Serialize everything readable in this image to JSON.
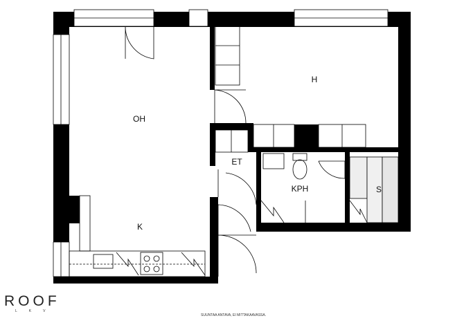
{
  "plan": {
    "rooms": [
      {
        "id": "oh",
        "label": "OH"
      },
      {
        "id": "h",
        "label": "H"
      },
      {
        "id": "et",
        "label": "ET"
      },
      {
        "id": "kph",
        "label": "KPH"
      },
      {
        "id": "s",
        "label": "S"
      },
      {
        "id": "k",
        "label": "K"
      }
    ]
  },
  "brand": {
    "name": "ROOF",
    "sub": "LKV"
  },
  "disclaimer": "SUUNTAA ANTAVA, EI MITTAKAAVASSA."
}
